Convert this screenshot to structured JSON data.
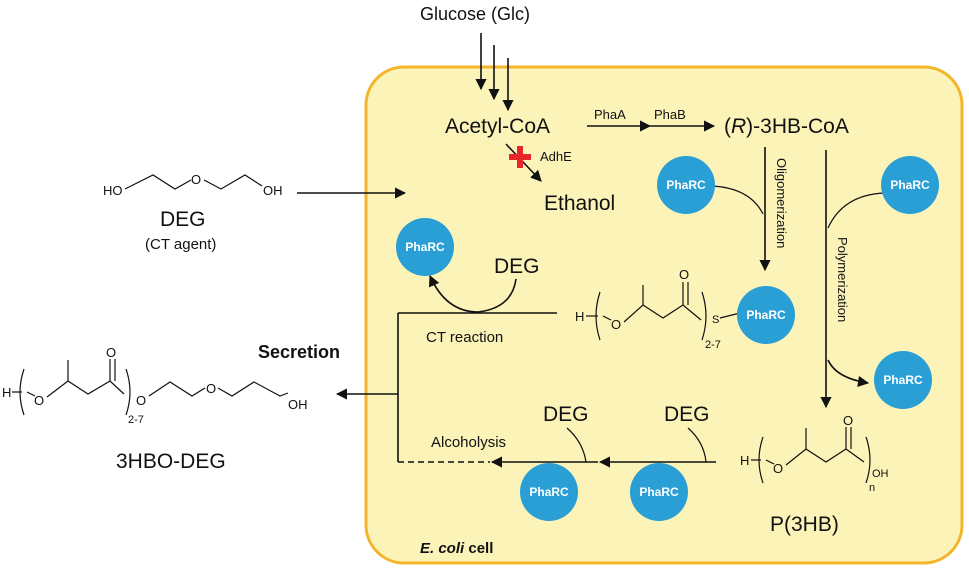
{
  "colors": {
    "cell_fill": "#fbf3b8",
    "cell_border": "#f2b52b",
    "pharc": "#2a9fd6",
    "inhibit": "#e8262b"
  },
  "cell": {
    "organism": "E. coli",
    "suffix": " cell"
  },
  "labels": {
    "glucose": "Glucose (Glc)",
    "acetyl_coa": "Acetyl-CoA",
    "phaa": "PhaA",
    "phab": "PhaB",
    "hb_coa_r": "R",
    "hb_coa_rest": "-3HB-CoA",
    "adhe": "AdhE",
    "ethanol": "Ethanol",
    "deg": "DEG",
    "ct_agent": "(CT agent)",
    "oligomerization": "Oligomerization",
    "polymerization": "Polymerization",
    "ct_reaction": "CT reaction",
    "secretion": "Secretion",
    "product": "3HBO-DEG",
    "alcoholysis": "Alcoholysis",
    "p3hb": "P(3HB)",
    "pharc": "PhaRC",
    "range_2_7": "2-7",
    "n": "n",
    "atom_H": "H",
    "atom_O": "O",
    "atom_S": "S",
    "group_HO": "HO",
    "group_OH": "OH"
  }
}
